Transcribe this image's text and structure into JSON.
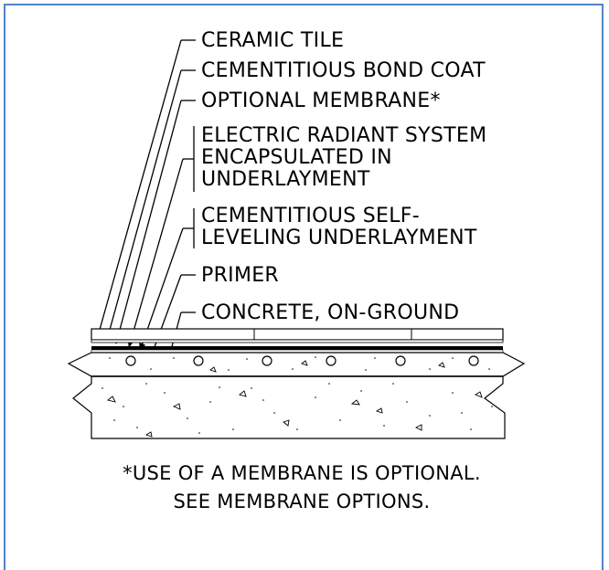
{
  "labels": {
    "ceramic_tile": "CERAMIC TILE",
    "bond_coat": "CEMENTITIOUS BOND COAT",
    "membrane": "OPTIONAL MEMBRANE*",
    "radiant_1": "ELECTRIC RADIANT SYSTEM",
    "radiant_2": "ENCAPSULATED IN",
    "radiant_3": "UNDERLAYMENT",
    "self_level_1": "CEMENTITIOUS SELF-",
    "self_level_2": "LEVELING UNDERLAYMENT",
    "primer": "PRIMER",
    "concrete": "CONCRETE, ON-GROUND"
  },
  "footnote": {
    "line1": "*USE OF A MEMBRANE IS OPTIONAL.",
    "line2": "SEE MEMBRANE OPTIONS."
  },
  "colors": {
    "frame_border": "#4f86c6",
    "ink": "#000000"
  }
}
